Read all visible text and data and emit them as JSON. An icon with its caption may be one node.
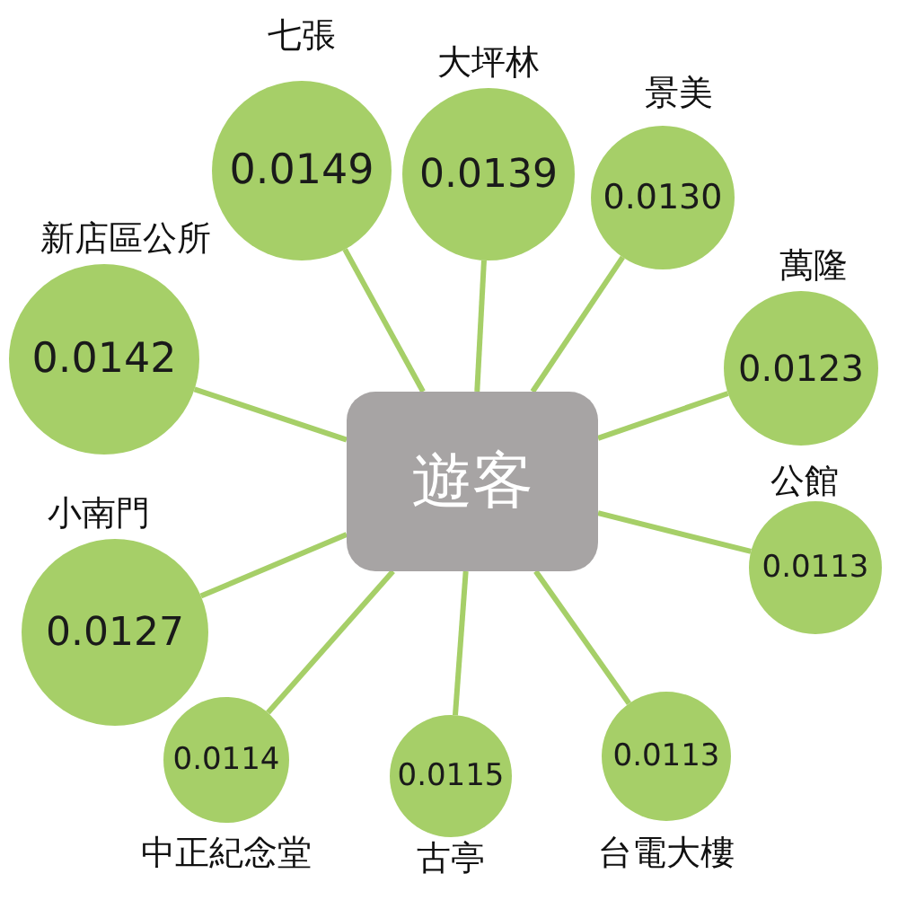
{
  "diagram": {
    "nodes": [
      {
        "text": [
          "遊客"
        ]
      },
      {
        "text": [
          "0.0149"
        ],
        "beside": [
          "七張"
        ]
      },
      {
        "text": [
          "0.0139"
        ],
        "beside": [
          "大坪林"
        ]
      },
      {
        "text": [
          "0.0130"
        ],
        "beside": [
          "景美"
        ]
      },
      {
        "text": [
          "0.0123"
        ],
        "beside": [
          "萬隆"
        ]
      },
      {
        "text": [
          "0.0113"
        ],
        "beside": [
          "公館"
        ]
      },
      {
        "text": [
          "0.0113"
        ],
        "beside": [
          "台電大樓"
        ]
      },
      {
        "text": [
          "0.0115"
        ],
        "beside": [
          "古亭"
        ]
      },
      {
        "text": [
          "0.0114"
        ],
        "beside": [
          "中正紀念堂"
        ]
      },
      {
        "text": [
          "0.0127"
        ],
        "beside": [
          "小南門"
        ]
      },
      {
        "text": [
          "0.0142"
        ],
        "beside": [
          "新店區公所"
        ]
      }
    ],
    "edges": [
      {
        "from": 0,
        "to": 1,
        "arrow": "none"
      },
      {
        "from": 0,
        "to": 2,
        "arrow": "none"
      },
      {
        "from": 0,
        "to": 3,
        "arrow": "none"
      },
      {
        "from": 0,
        "to": 4,
        "arrow": "none"
      },
      {
        "from": 0,
        "to": 5,
        "arrow": "none"
      },
      {
        "from": 0,
        "to": 6,
        "arrow": "none"
      },
      {
        "from": 0,
        "to": 7,
        "arrow": "none"
      },
      {
        "from": 0,
        "to": 8,
        "arrow": "none"
      },
      {
        "from": 0,
        "to": 9,
        "arrow": "none"
      },
      {
        "from": 0,
        "to": 10,
        "arrow": "none"
      }
    ]
  }
}
